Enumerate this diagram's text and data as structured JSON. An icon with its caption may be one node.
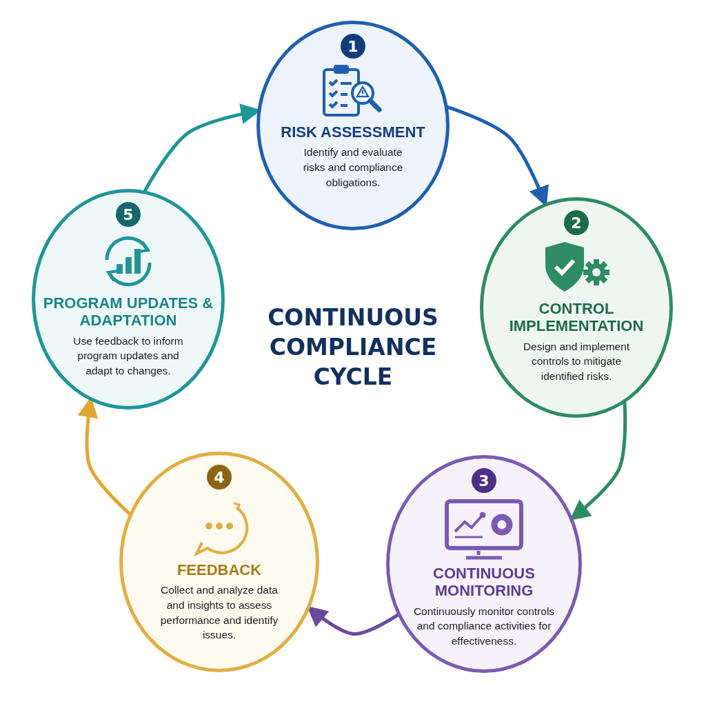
{
  "diagram": {
    "title": "CONTINUOUS COMPLIANCE CYCLE",
    "nodes": [
      {
        "text": [
          "1",
          "RISK ASSESSMENT",
          "Identify and evaluate risks and compliance obligations."
        ]
      },
      {
        "text": [
          "2",
          "CONTROL IMPLEMENTATION",
          "Design and implement controls to mitigate identified risks."
        ]
      },
      {
        "text": [
          "3",
          "CONTINUOUS MONITORING",
          "Continuously monitor controls and compliance activities for effectiveness."
        ]
      },
      {
        "text": [
          "4",
          "FEEDBACK",
          "Collect and analyze data and insights to assess performance and identify issues."
        ]
      },
      {
        "text": [
          "5",
          "PROGRAM UPDATES & ADAPTATION",
          "Use feedback to inform program updates and adapt to changes."
        ]
      }
    ],
    "edges": [
      {
        "from": 0,
        "to": 1,
        "arrow": "to",
        "color": "#1f5fae"
      },
      {
        "from": 1,
        "to": 2,
        "arrow": "to",
        "color": "#2e8b62"
      },
      {
        "from": 2,
        "to": 3,
        "arrow": "to",
        "color": "#6a4a9e"
      },
      {
        "from": 3,
        "to": 4,
        "arrow": "to",
        "color": "#e0a830"
      },
      {
        "from": 4,
        "to": 0,
        "arrow": "to",
        "color": "#1f9598"
      }
    ]
  }
}
